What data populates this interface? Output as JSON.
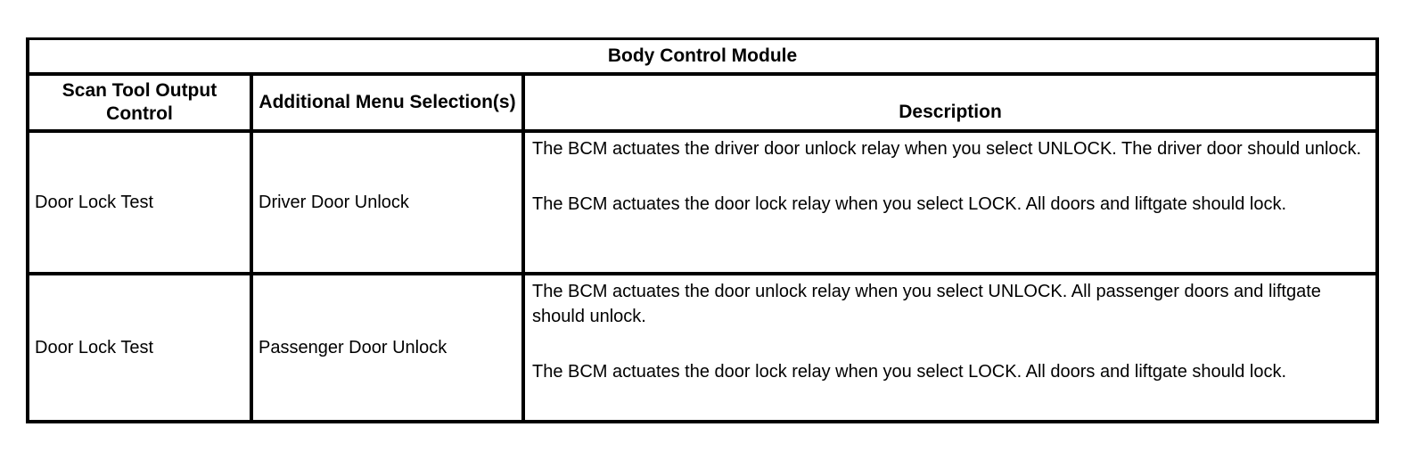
{
  "table": {
    "title": "Body Control Module",
    "columns": [
      "Scan Tool Output Control",
      "Additional Menu Selection(s)",
      "Description"
    ],
    "rows": [
      {
        "scan_tool_output_control": "Door Lock Test",
        "additional_menu_selections": "Driver Door Unlock",
        "description_paragraphs": [
          "The BCM actuates the driver door unlock relay when you select UNLOCK. The driver door should unlock.",
          "The BCM actuates the door lock relay when you select LOCK. All doors and liftgate should lock."
        ]
      },
      {
        "scan_tool_output_control": "Door Lock Test",
        "additional_menu_selections": "Passenger Door Unlock",
        "description_paragraphs": [
          "The BCM actuates the door unlock relay when you select UNLOCK. All passenger doors and liftgate should unlock.",
          "The BCM actuates the door lock relay when you select LOCK. All doors and liftgate should lock."
        ]
      }
    ]
  }
}
